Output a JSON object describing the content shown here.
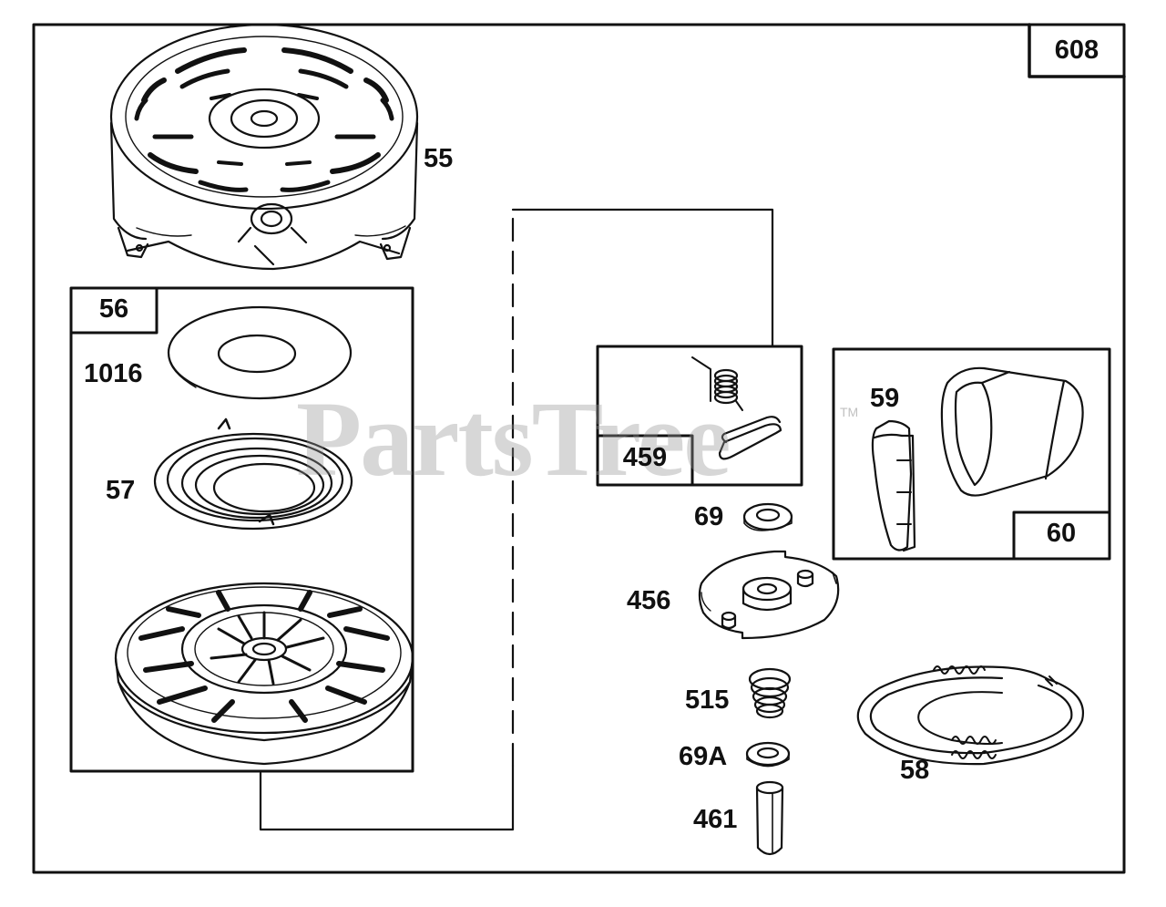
{
  "diagram": {
    "assembly_number": "608",
    "watermark": "PartsTree",
    "watermark_tm": "TM",
    "boxes": {
      "rewind_assembly": "56",
      "pawl_kit": "459",
      "handle_kit": "60"
    },
    "parts": {
      "housing": "55",
      "washer_top": "1016",
      "rewind_spring": "57",
      "handle_grip": "59",
      "washer_69": "69",
      "retainer": "456",
      "spring_515": "515",
      "washer_69a": "69A",
      "pin": "461",
      "rope": "58"
    },
    "line_color": "#111111",
    "watermark_color": "#969696"
  }
}
